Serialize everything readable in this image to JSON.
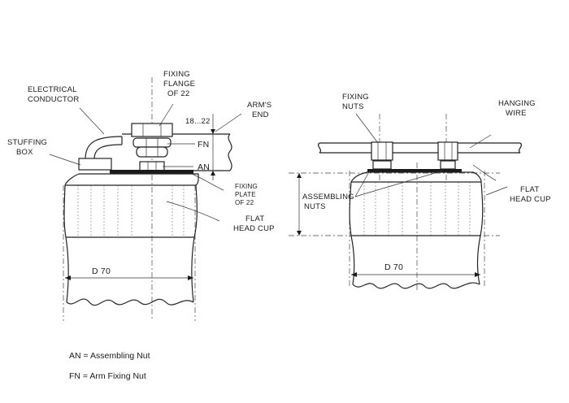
{
  "left_diagram": {
    "electrical_conductor": [
      "ELECTRICAL",
      "CONDUCTOR"
    ],
    "fixing_flange": [
      "FIXING",
      "FLANGE",
      "OF 22"
    ],
    "arms_end": [
      "ARM'S",
      "END"
    ],
    "dimension": "18...22",
    "stuffing_box": [
      "STUFFING",
      "BOX"
    ],
    "fn": "FN",
    "an": "AN",
    "fixing_plate": [
      "FIXING",
      "PLATE",
      "OF 22"
    ],
    "flat_head_cup": [
      "FLAT",
      "HEAD CUP"
    ],
    "diameter": "D 70"
  },
  "right_diagram": {
    "fixing_nuts": [
      "FIXING",
      "NUTS"
    ],
    "hanging_wire": [
      "HANGING",
      "WIRE"
    ],
    "assembling_nuts": [
      "ASSEMBLING",
      "NUTS"
    ],
    "flat_head_cup": [
      "FLAT",
      "HEAD CUP"
    ],
    "diameter": "D 70"
  },
  "legend": [
    "AN = Assembling  Nut",
    "FN = Arm Fixing Nut"
  ]
}
